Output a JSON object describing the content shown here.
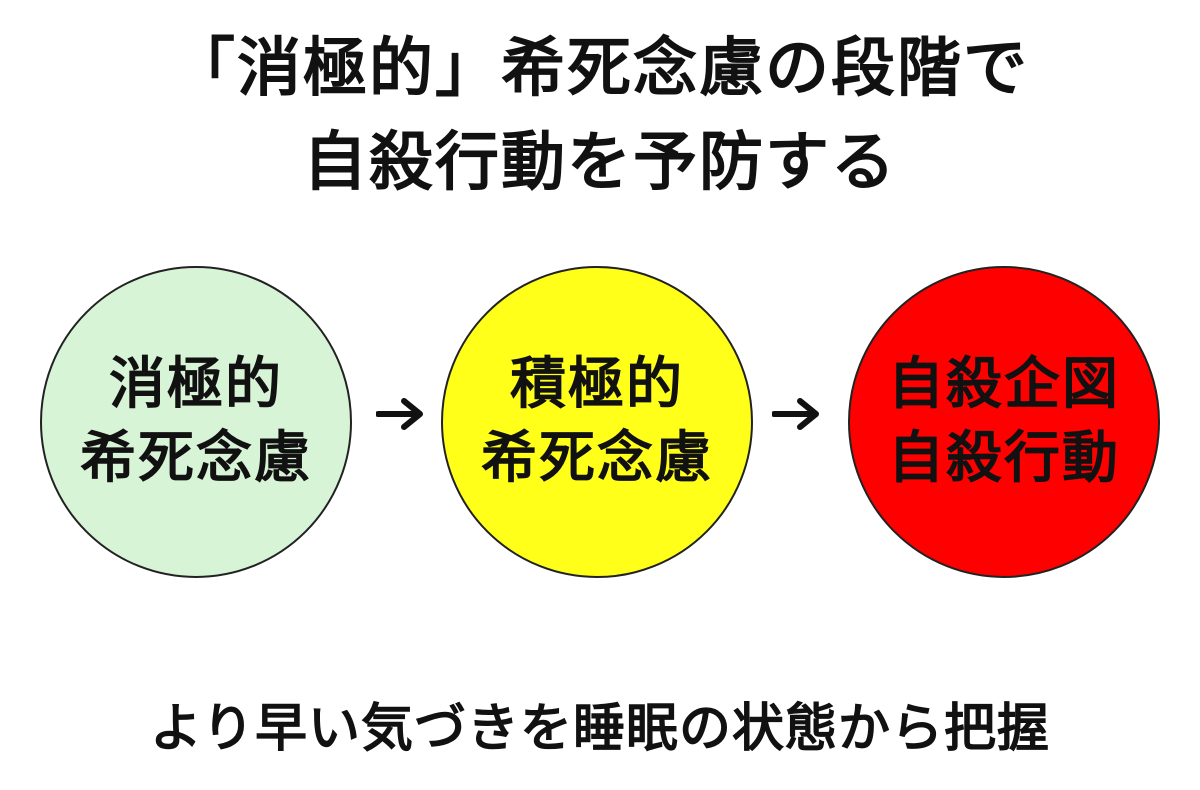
{
  "title": {
    "line1": "「消極的」希死念慮の段階で",
    "line2": "自殺行動を予防する"
  },
  "stages": [
    {
      "line1": "消極的",
      "line2": "希死念慮",
      "color": "#d8f4d6"
    },
    {
      "line1": "積極的",
      "line2": "希死念慮",
      "color": "#ffff1a"
    },
    {
      "line1": "自殺企図",
      "line2": "自殺行動",
      "color": "#ff0000"
    }
  ],
  "arrow_color": "#111111",
  "caption": "より早い気づきを睡眠の状態から把握"
}
